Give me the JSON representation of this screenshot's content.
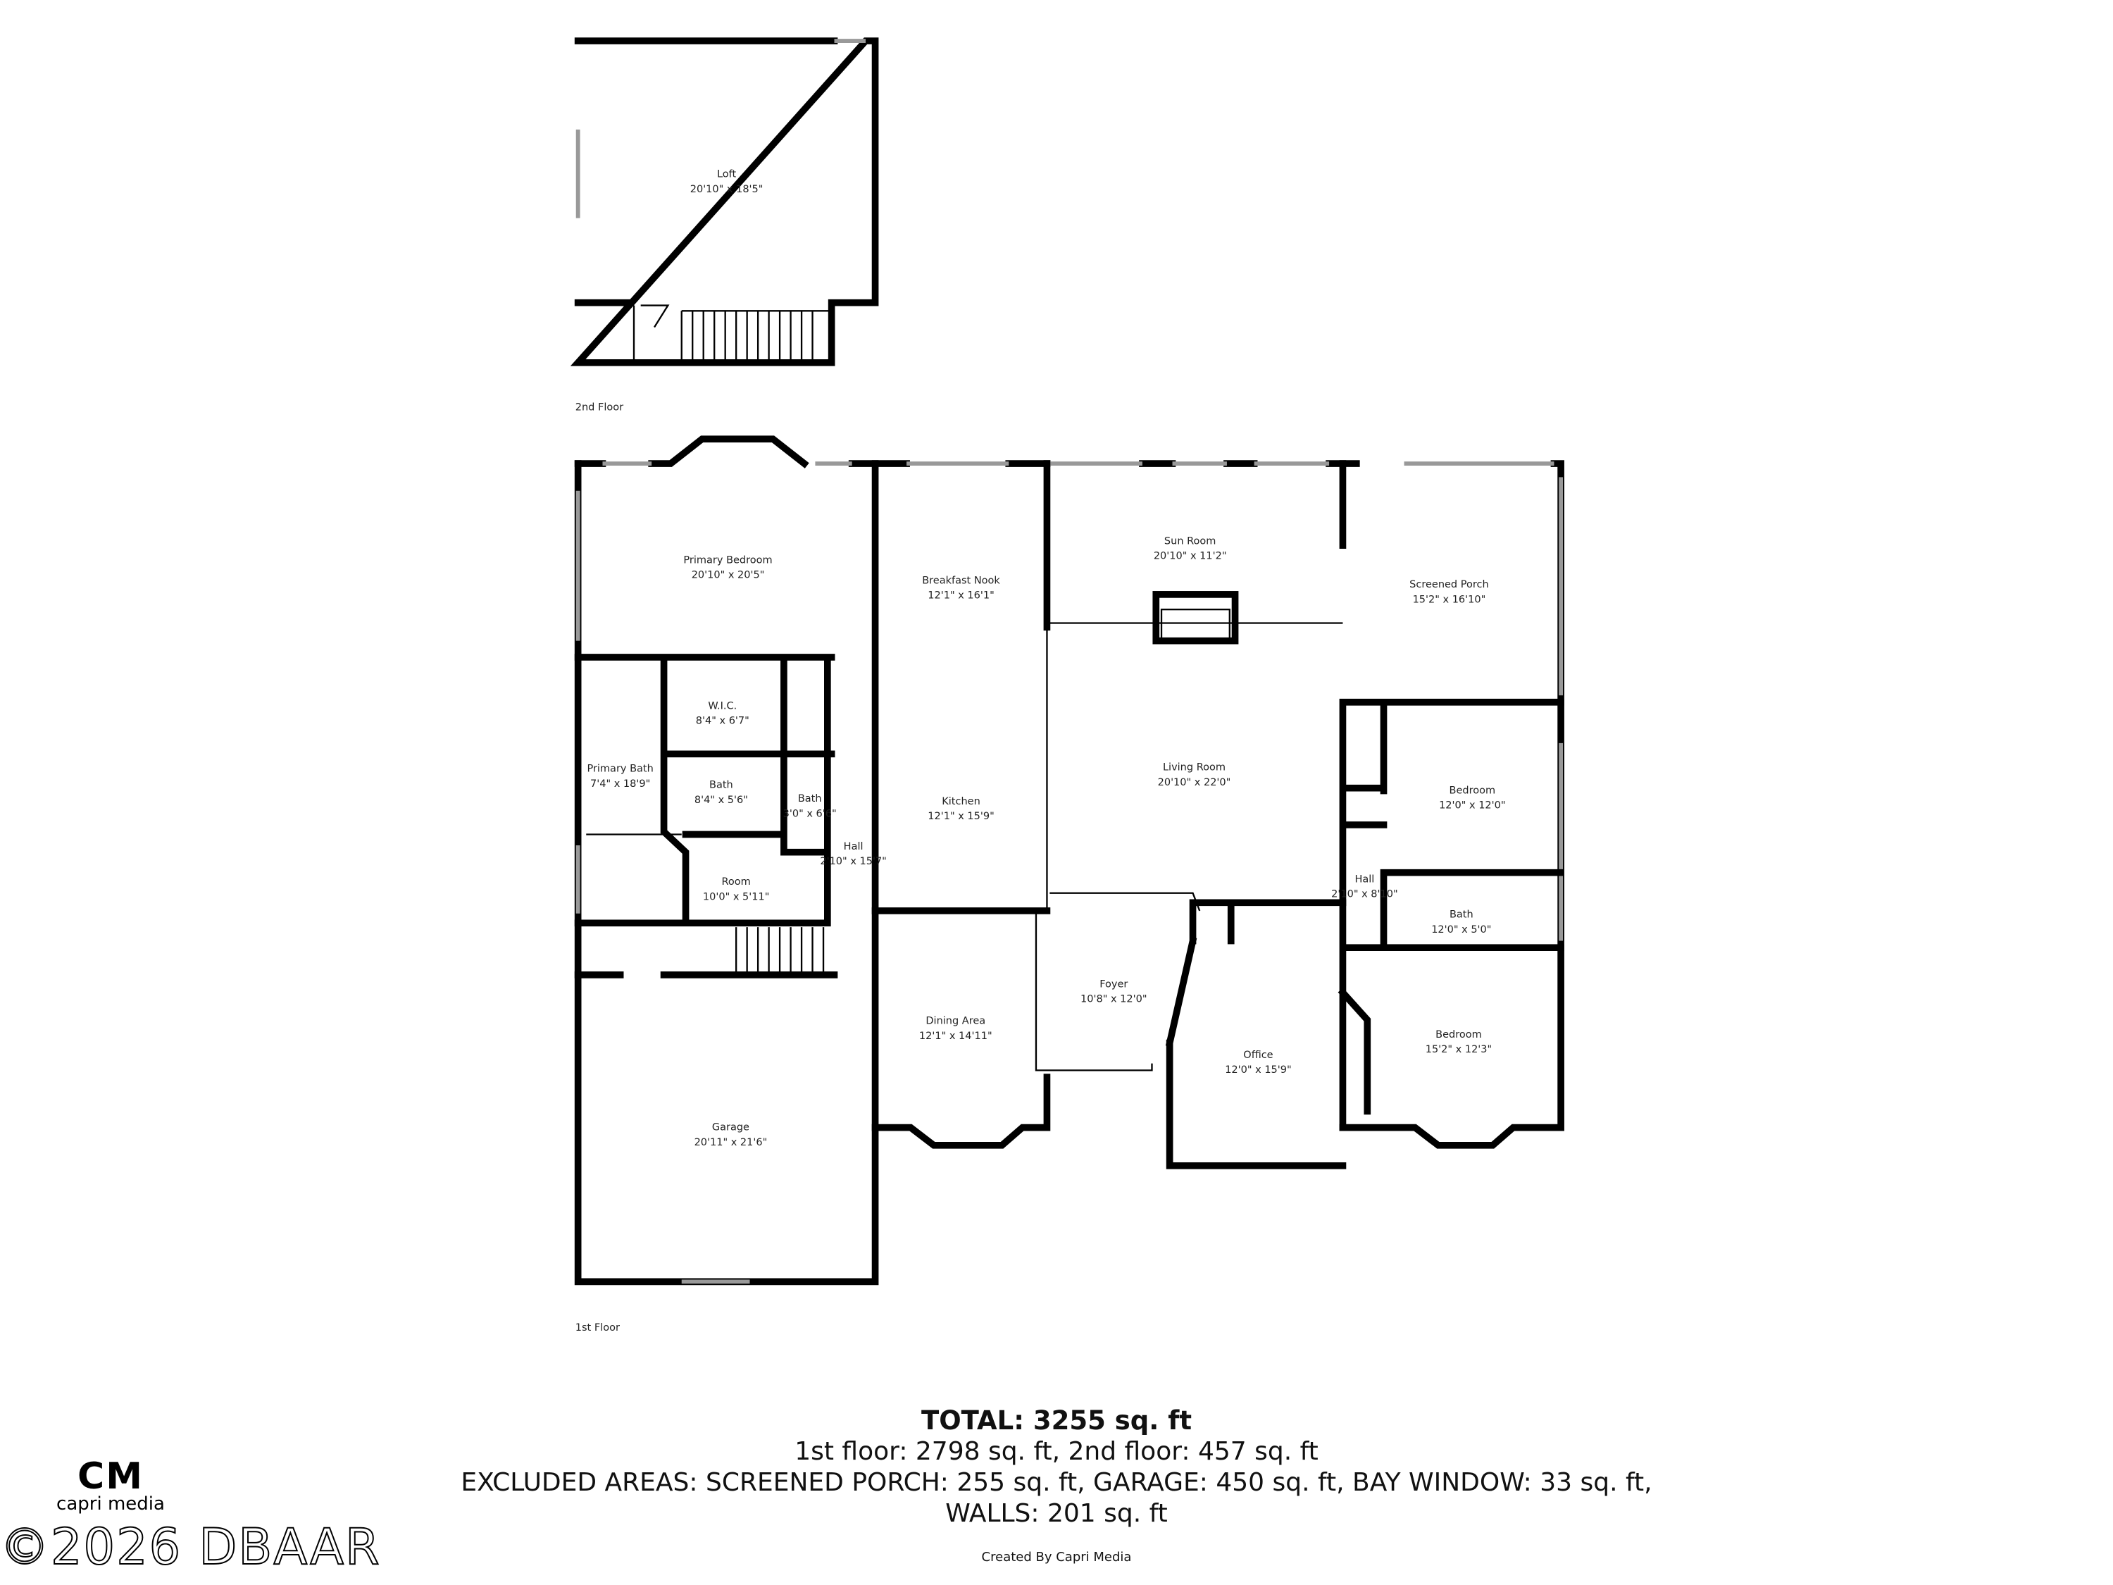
{
  "floors": {
    "second": "2nd Floor",
    "first": "1st Floor"
  },
  "rooms": {
    "loft": {
      "name": "Loft",
      "dims": "20'10\" x 18'5\""
    },
    "primary_bedroom": {
      "name": "Primary Bedroom",
      "dims": "20'10\" x 20'5\""
    },
    "breakfast_nook": {
      "name": "Breakfast Nook",
      "dims": "12'1\" x 16'1\""
    },
    "sun_room": {
      "name": "Sun Room",
      "dims": "20'10\" x 11'2\""
    },
    "screened_porch": {
      "name": "Screened Porch",
      "dims": "15'2\" x 16'10\""
    },
    "wic": {
      "name": "W.I.C.",
      "dims": "8'4\" x 6'7\""
    },
    "primary_bath": {
      "name": "Primary Bath",
      "dims": "7'4\" x 18'9\""
    },
    "bath1": {
      "name": "Bath",
      "dims": "8'4\" x 5'6\""
    },
    "bath2": {
      "name": "Bath",
      "dims": "3'0\" x 6'6\""
    },
    "hall1": {
      "name": "Hall",
      "dims": "2'10\" x 15'7\""
    },
    "room": {
      "name": "Room",
      "dims": "10'0\" x 5'11\""
    },
    "kitchen": {
      "name": "Kitchen",
      "dims": "12'1\" x 15'9\""
    },
    "living_room": {
      "name": "Living Room",
      "dims": "20'10\" x 22'0\""
    },
    "bedroom1": {
      "name": "Bedroom",
      "dims": "12'0\" x 12'0\""
    },
    "hall2": {
      "name": "Hall",
      "dims": "2'10\" x 8'10\""
    },
    "bath3": {
      "name": "Bath",
      "dims": "12'0\" x 5'0\""
    },
    "dining": {
      "name": "Dining Area",
      "dims": "12'1\" x 14'11\""
    },
    "foyer": {
      "name": "Foyer",
      "dims": "10'8\" x 12'0\""
    },
    "office": {
      "name": "Office",
      "dims": "12'0\" x 15'9\""
    },
    "bedroom2": {
      "name": "Bedroom",
      "dims": "15'2\" x 12'3\""
    },
    "garage": {
      "name": "Garage",
      "dims": "20'11\" x 21'6\""
    }
  },
  "summary": {
    "total": "TOTAL: 3255 sq. ft",
    "floors": "1st floor: 2798 sq. ft, 2nd floor: 457 sq. ft",
    "excluded": "EXCLUDED AREAS: SCREENED PORCH: 255 sq. ft, GARAGE: 450 sq. ft, BAY WINDOW: 33 sq. ft,",
    "walls": "WALLS: 201 sq. ft"
  },
  "credit": "Created By Capri Media",
  "logo": {
    "mark": "CM",
    "text": "capri media"
  },
  "copyright": "©2026 DBAAR"
}
